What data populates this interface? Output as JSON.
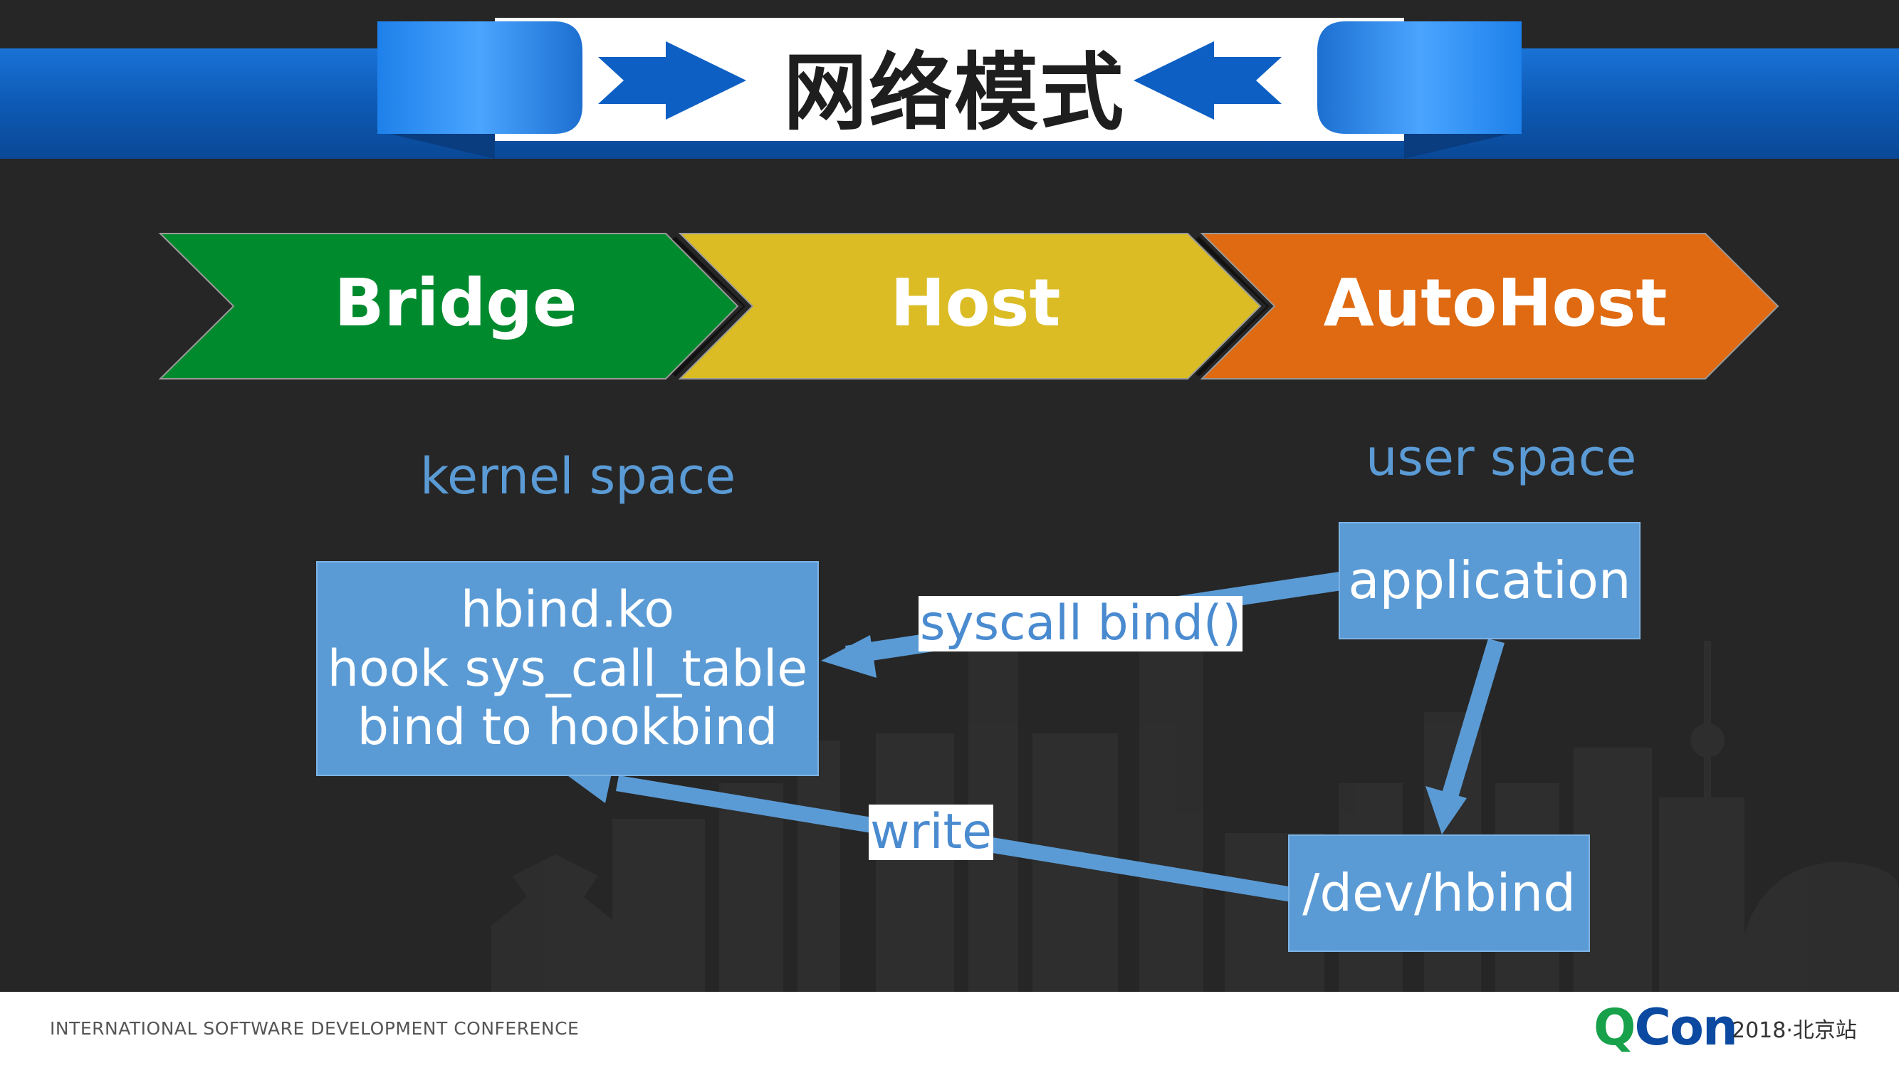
{
  "title": "网络模式",
  "modes": [
    {
      "label": "Bridge",
      "color": "#008a2e"
    },
    {
      "label": "Host",
      "color": "#dbbc24"
    },
    {
      "label": "AutoHost",
      "color": "#df6a12"
    }
  ],
  "spaces": {
    "kernel": "kernel space",
    "user": "user space"
  },
  "boxes": {
    "hbind_ko": {
      "lines": [
        "hbind.ko",
        "hook sys_call_table",
        "bind to hookbind"
      ]
    },
    "application": "application",
    "dev_hbind": "/dev/hbind"
  },
  "edges": {
    "syscall_bind": "syscall  bind()",
    "write": "write"
  },
  "colors": {
    "banner_blue": "#1565c0",
    "box_blue": "#5b9bd5",
    "background": "#262626"
  },
  "footer": {
    "conference": "INTERNATIONAL SOFTWARE DEVELOPMENT CONFERENCE",
    "logo_q": "Q",
    "logo_rest": "Con",
    "edition": "2018·北京站"
  }
}
